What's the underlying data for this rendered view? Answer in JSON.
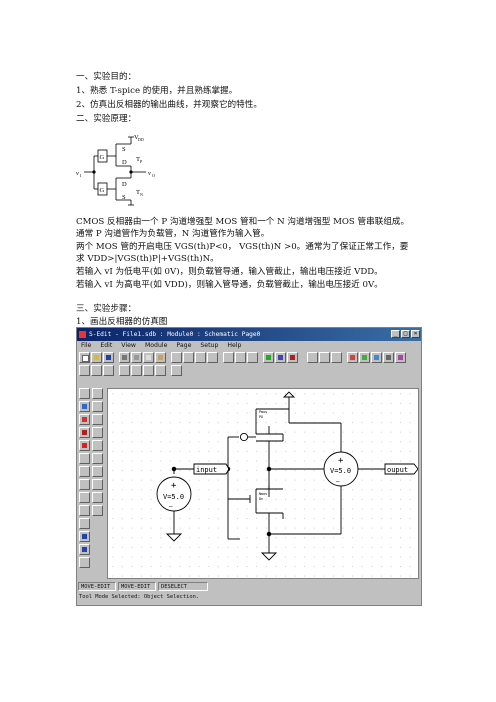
{
  "doc": {
    "s1_title": "一、实验目的：",
    "s1_item1": "1、熟悉 T-spice 的使用，并且熟练掌握。",
    "s1_item2": "2、仿真出反相器的输出曲线，并观察它的特性。",
    "s2_title": "二、实验原理：",
    "para1": "CMOS 反相器由一个 P 沟道增强型 MOS 管和一个 N 沟道增强型 MOS 管串联组成。通常 P 沟道管作为负载管，N 沟道管作为输入管。",
    "para2": "两个 MOS 管的开启电压 VGS(th)P<0，  VGS(th)N >0。通常为了保证正常工作，要求 VDD>|VGS(th)P|+VGS(th)N。",
    "para3": "若输入 vI 为低电平(如 0V)，则负载管导通，输入管截止，输出电压接近 VDD。",
    "para4": "若输入 vI 为高电平(如 VDD)，则输入管导通，负载管截止，输出电压接近 0V。",
    "s3_title": "三、实验步骤：",
    "s3_item1": "1、画出反相器的仿真图"
  },
  "circuit": {
    "vdd": "V",
    "vdd_sub": "DD",
    "s_top": "S",
    "g_top": "G",
    "d_top": "D",
    "t_top": "T",
    "t_top_sub": "P",
    "d_bot": "D",
    "g_bot": "G",
    "s_bot": "S",
    "t_bot": "T",
    "t_bot_sub": "N",
    "vi": "v",
    "vi_sub": "I",
    "vo": "v",
    "vo_sub": "O"
  },
  "sedit": {
    "title": "S-Edit - File1.sdb : Module0 : Schematic  Page0",
    "menus": [
      "File",
      "Edit",
      "View",
      "Module",
      "Page",
      "Setup",
      "Help"
    ],
    "input_label": "input",
    "output_label": "ouput",
    "vsource_left": "V=5.0",
    "vsource_right": "V=5.0",
    "plus": "+",
    "minus": "—",
    "pmos_name": "Pmos",
    "pmos_sub": "PO",
    "nmos_name": "Nmos",
    "nmos_sub": "Dn",
    "status_1": "MOVE-EDIT",
    "status_2": "MOVE-EDIT",
    "status_3": "DESELECT",
    "status_line": "Tool Mode Selected: Object Selection."
  }
}
